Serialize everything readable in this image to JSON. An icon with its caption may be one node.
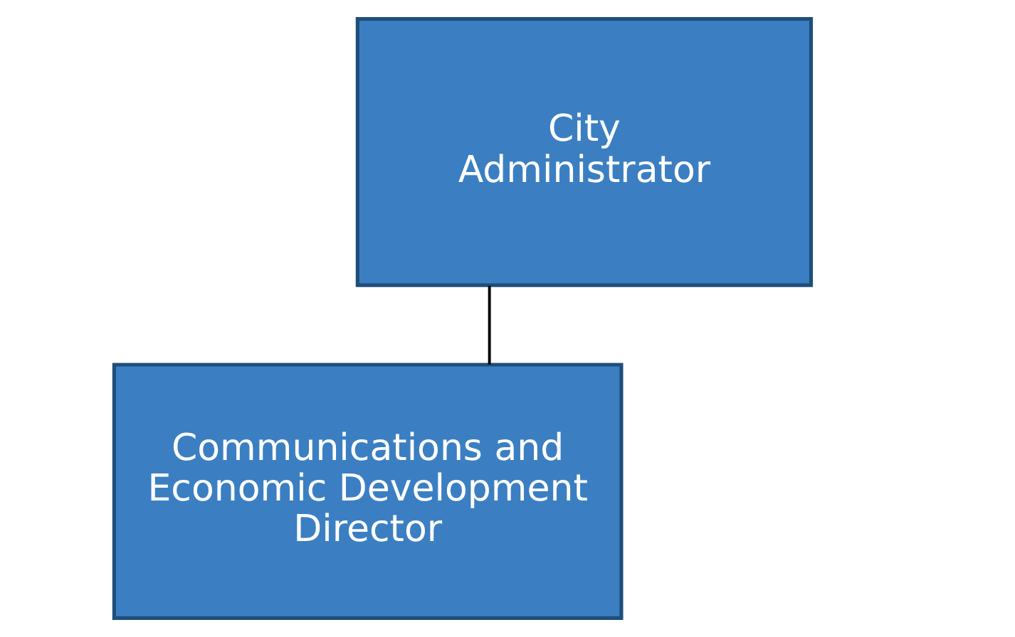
{
  "diagram": {
    "nodes": [
      {
        "text": [
          "City Administrator"
        ]
      },
      {
        "text": [
          "Communications and Economic Development Director"
        ]
      }
    ],
    "edges": [
      {
        "from": 0,
        "to": 1,
        "arrow": "none"
      }
    ]
  }
}
